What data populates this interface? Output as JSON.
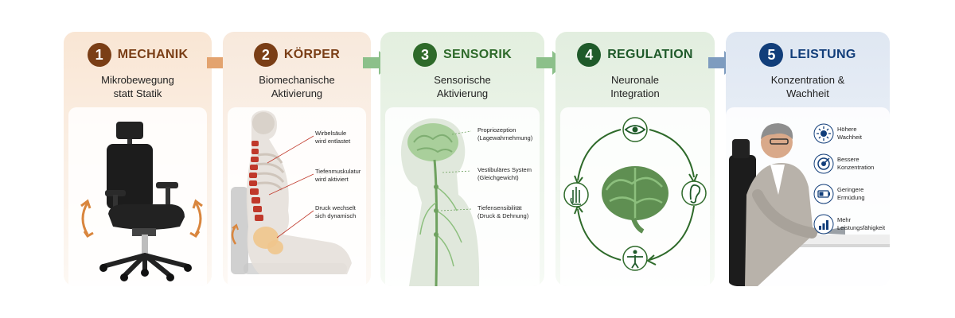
{
  "steps": [
    {
      "num": "1",
      "title": "MECHANIK",
      "sub1": "Mikrobewegung",
      "sub2": "statt Statik",
      "color": "#7a3e16"
    },
    {
      "num": "2",
      "title": "KÖRPER",
      "sub1": "Biomechanische",
      "sub2": "Aktivierung",
      "color": "#7a3e16"
    },
    {
      "num": "3",
      "title": "SENSORIK",
      "sub1": "Sensorische",
      "sub2": "Aktivierung",
      "color": "#2e6a2a"
    },
    {
      "num": "4",
      "title": "REGULATION",
      "sub1": "Neuronale",
      "sub2": "Integration",
      "color": "#1f5a2a"
    },
    {
      "num": "5",
      "title": "LEISTUNG",
      "sub1": "Konzentration &",
      "sub2": "Wachheit",
      "color": "#123e7a"
    }
  ],
  "body_labels": [
    {
      "l1": "Wirbelsäule",
      "l2": "wird entlastet"
    },
    {
      "l1": "Tiefenmuskulatur",
      "l2": "wird aktiviert"
    },
    {
      "l1": "Druck wechselt",
      "l2": "sich dynamisch"
    }
  ],
  "sensor_labels": [
    {
      "l1": "Propriozeption",
      "l2": "(Lagewahrnehmung)"
    },
    {
      "l1": "Vestibuläres System",
      "l2": "(Gleichgewicht)"
    },
    {
      "l1": "Tiefensensibilität",
      "l2": "(Druck & Dehnung)"
    }
  ],
  "benefits": [
    {
      "l1": "Höhere",
      "l2": "Wachheit",
      "icon": "sun-icon"
    },
    {
      "l1": "Bessere",
      "l2": "Konzentration",
      "icon": "target-icon"
    },
    {
      "l1": "Geringere",
      "l2": "Ermüdung",
      "icon": "battery-icon"
    },
    {
      "l1": "Mehr",
      "l2": "Leistungsfähigkeit",
      "icon": "bar-chart-icon"
    }
  ],
  "colors": {
    "brown": "#7a3e16",
    "green": "#2e6a2a",
    "dark_green": "#1f5a2a",
    "blue": "#123e7a",
    "arrow_orange": "#e3a36f",
    "arrow_green": "#8cc08a",
    "arrow_blue": "#7e9cbf"
  }
}
